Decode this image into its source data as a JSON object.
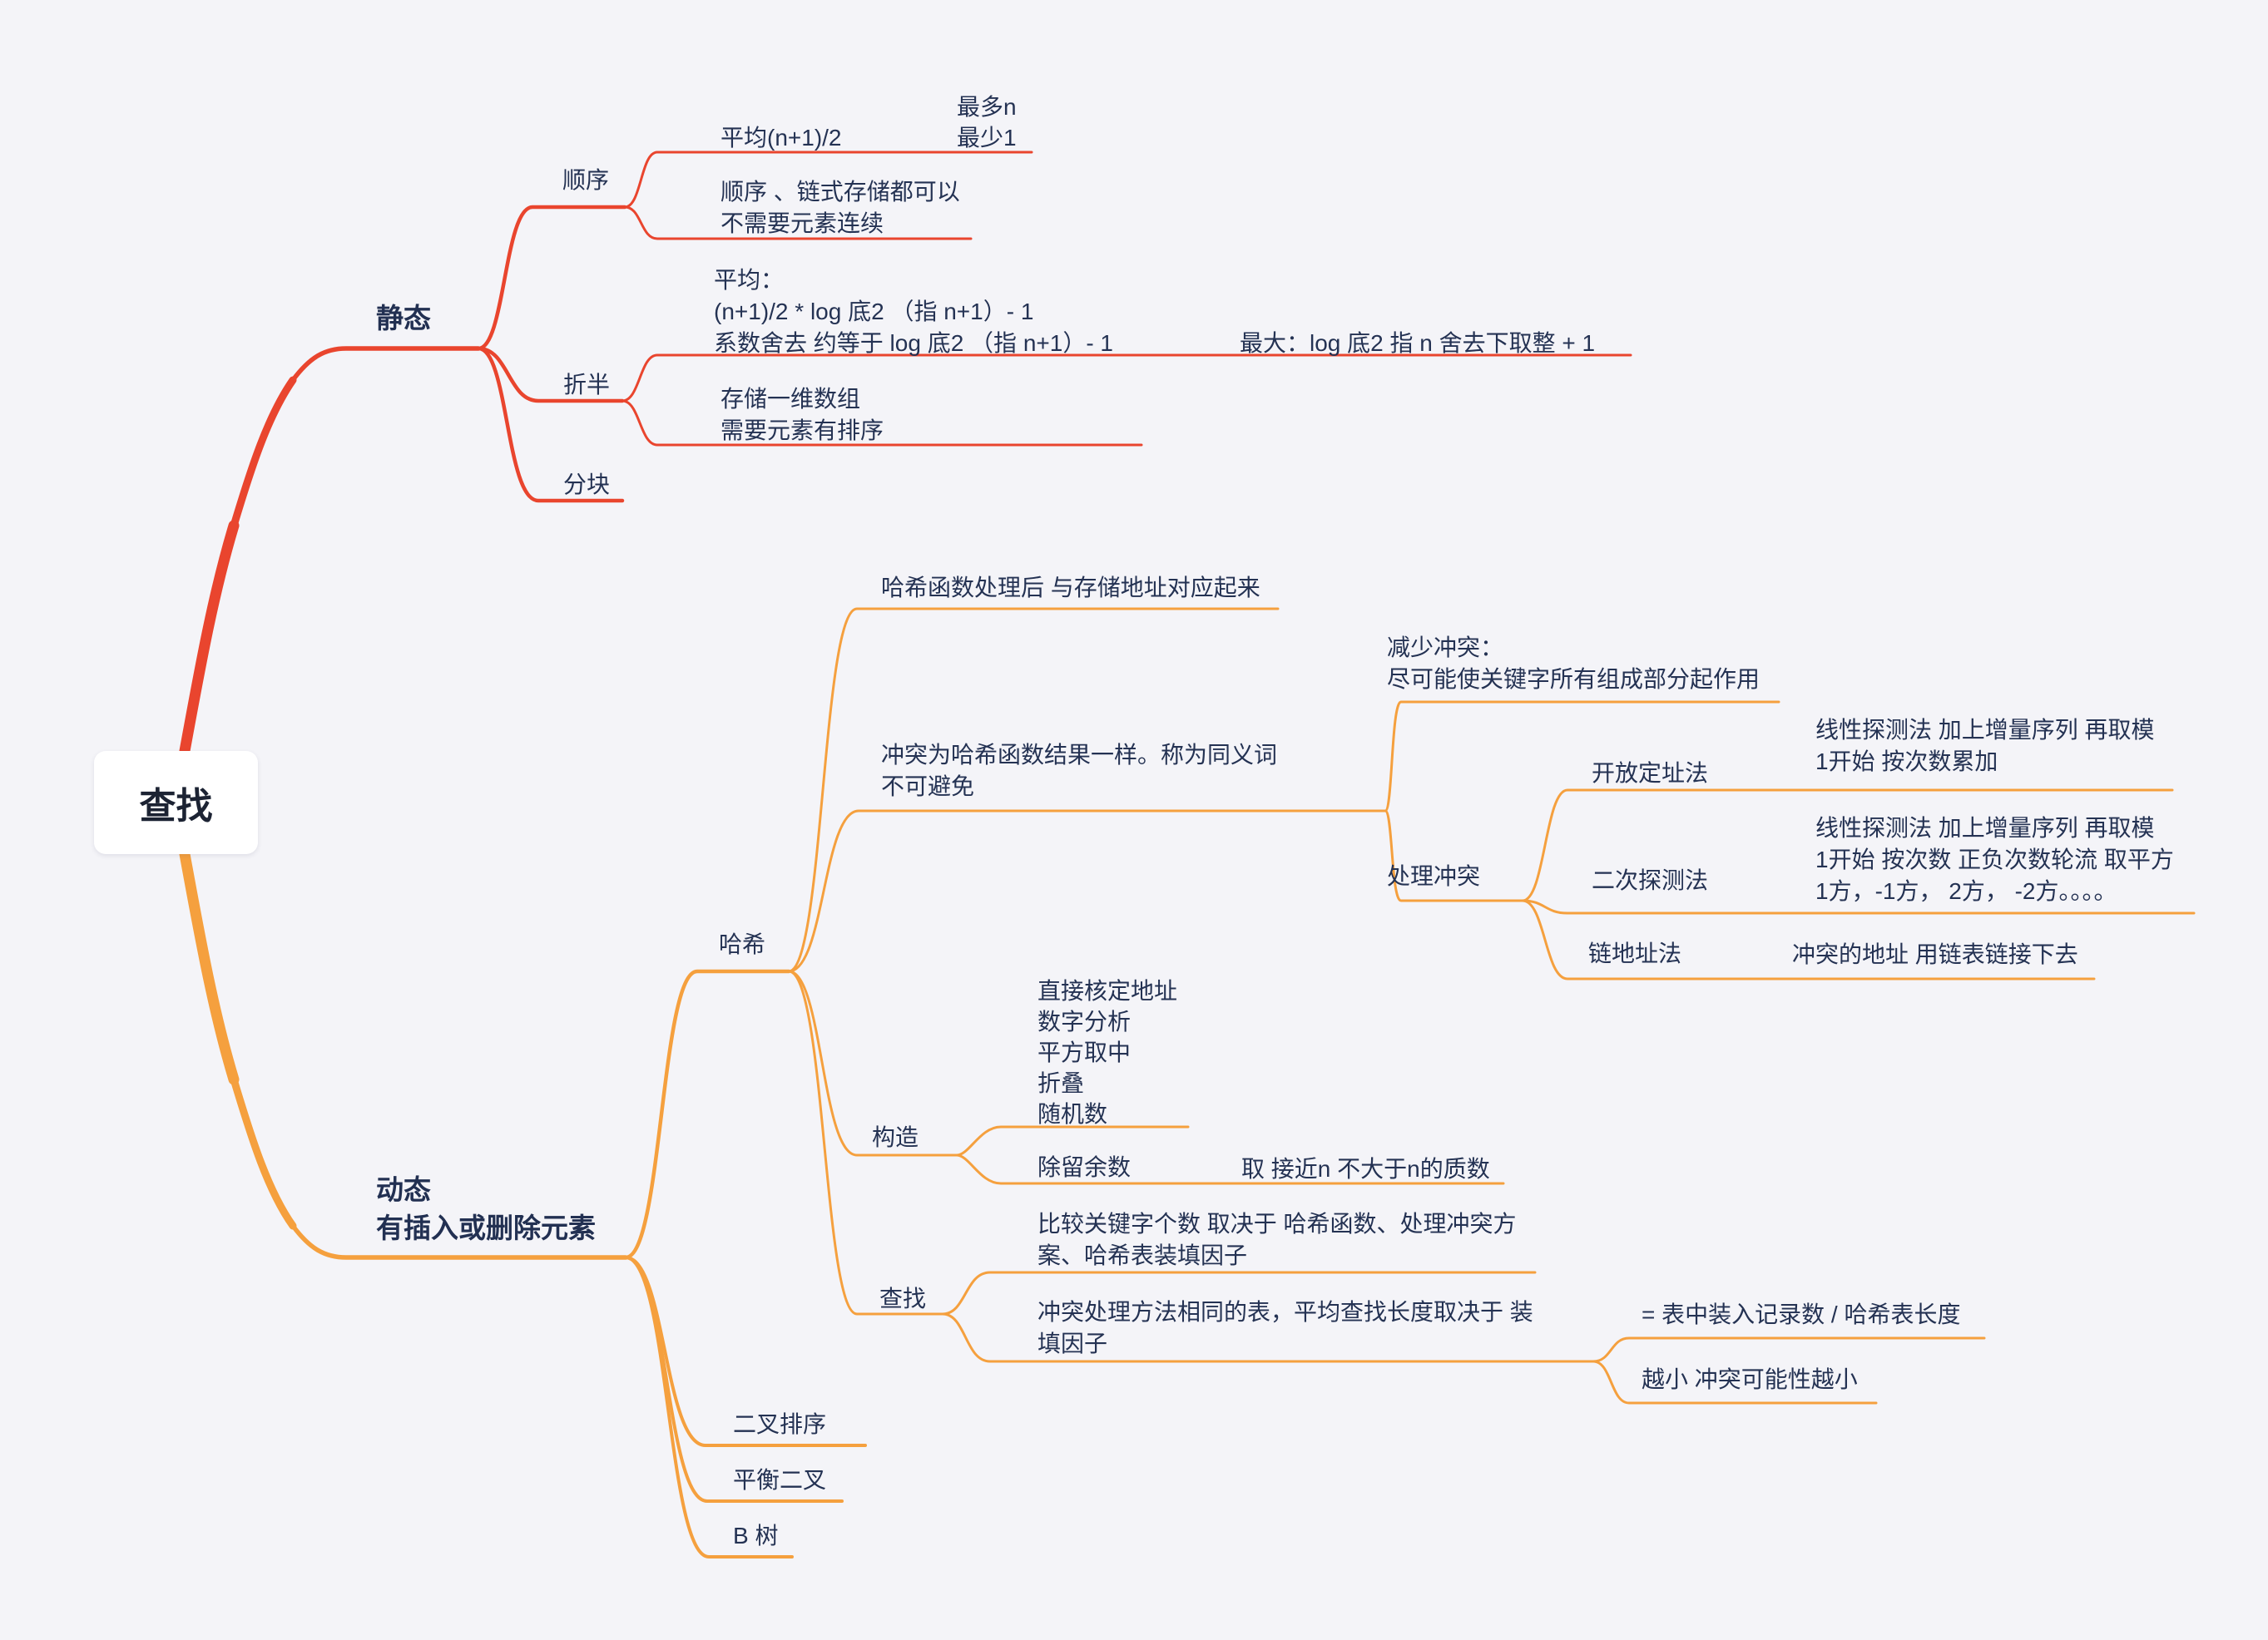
{
  "canvas": {
    "background": "#f4f4f8"
  },
  "colors": {
    "static_branch": "#e9452e",
    "dynamic_branch": "#f5a03e",
    "text": "#243253"
  },
  "root": {
    "label": "查找"
  },
  "static_branch": {
    "label": "静态",
    "sequential": {
      "label": "顺序",
      "performance": {
        "average": "平均(n+1)/2",
        "max": "最多n",
        "min": "最少1"
      },
      "storage": {
        "line1": "顺序 、链式存储都可以",
        "line2": "不需要元素连续"
      }
    },
    "binary": {
      "label": "折半",
      "performance": {
        "line1": "平均：",
        "line2": "(n+1)/2 * log 底2 （指 n+1）- 1",
        "line3": "系数舍去 约等于 log 底2 （指 n+1）- 1",
        "max": "最大：log 底2 指 n 舍去下取整 + 1"
      },
      "storage": {
        "line1": "存储一维数组",
        "line2": "需要元素有排序"
      }
    },
    "block": {
      "label": "分块"
    }
  },
  "dynamic_branch": {
    "label_line1": "动态",
    "label_line2": "有插入或删除元素",
    "hash": {
      "label": "哈希",
      "principle": "哈希函数处理后 与存储地址对应起来",
      "conflict": {
        "line1": "冲突为哈希函数结果一样。称为同义词",
        "line2": "不可避免",
        "reduce": {
          "line1": "减少冲突：",
          "line2": "尽可能使关键字所有组成部分起作用"
        },
        "handle": {
          "label": "处理冲突",
          "open_addressing": {
            "label": "开放定址法",
            "line1": "线性探测法 加上增量序列 再取模",
            "line2": "1开始 按次数累加"
          },
          "quadratic_probe": {
            "label": "二次探测法",
            "line1": "线性探测法 加上增量序列 再取模",
            "line2": "1开始 按次数 正负次数轮流 取平方",
            "line3": "1方，-1方， 2方， -2方。。。。"
          },
          "chaining": {
            "label": "链地址法",
            "desc": "冲突的地址 用链表链接下去"
          }
        }
      },
      "construct": {
        "label": "构造",
        "methods": [
          "直接核定地址",
          "数字分析",
          "平方取中",
          "折叠",
          "随机数"
        ],
        "division": {
          "label": "除留余数",
          "desc": "取 接近n 不大于n的质数"
        }
      },
      "search": {
        "label": "查找",
        "compare": {
          "line1": "比较关键字个数 取决于 哈希函数、处理冲突方",
          "line2": "案、哈希表装填因子"
        },
        "load_factor": {
          "line1": "冲突处理方法相同的表，平均查找长度取决于 装",
          "line2": "填因子",
          "formula": "= 表中装入记录数 / 哈希表长度",
          "note": "越小 冲突可能性越小"
        }
      }
    },
    "bst": {
      "label": "二叉排序"
    },
    "avl": {
      "label": "平衡二叉"
    },
    "btree": {
      "label": "B 树"
    }
  }
}
